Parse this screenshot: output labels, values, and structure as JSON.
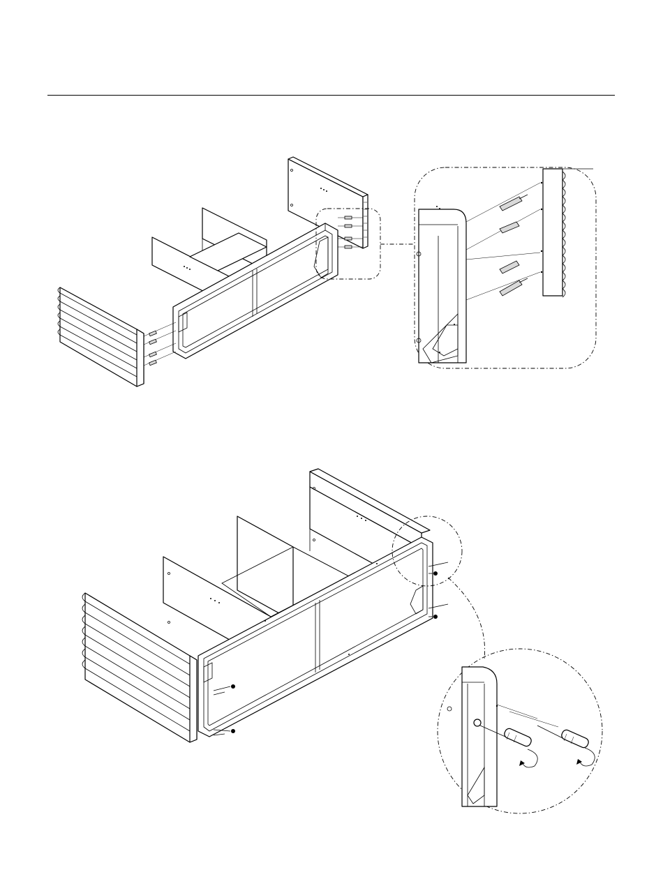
{
  "document": {
    "type": "assembly-instructions",
    "steps": [
      {
        "id": "step-a",
        "description_visible": ""
      },
      {
        "id": "step-b",
        "description_visible": ""
      }
    ]
  },
  "icons": {
    "dowel": "dowel-icon",
    "cam_bolt": "cam-bolt-icon",
    "screw": "screw-icon",
    "screwdriver": "screwdriver-icon",
    "rotate_arrow": "rotate-arrow-icon"
  },
  "colors": {
    "line": "#000000",
    "paper": "#ffffff"
  }
}
